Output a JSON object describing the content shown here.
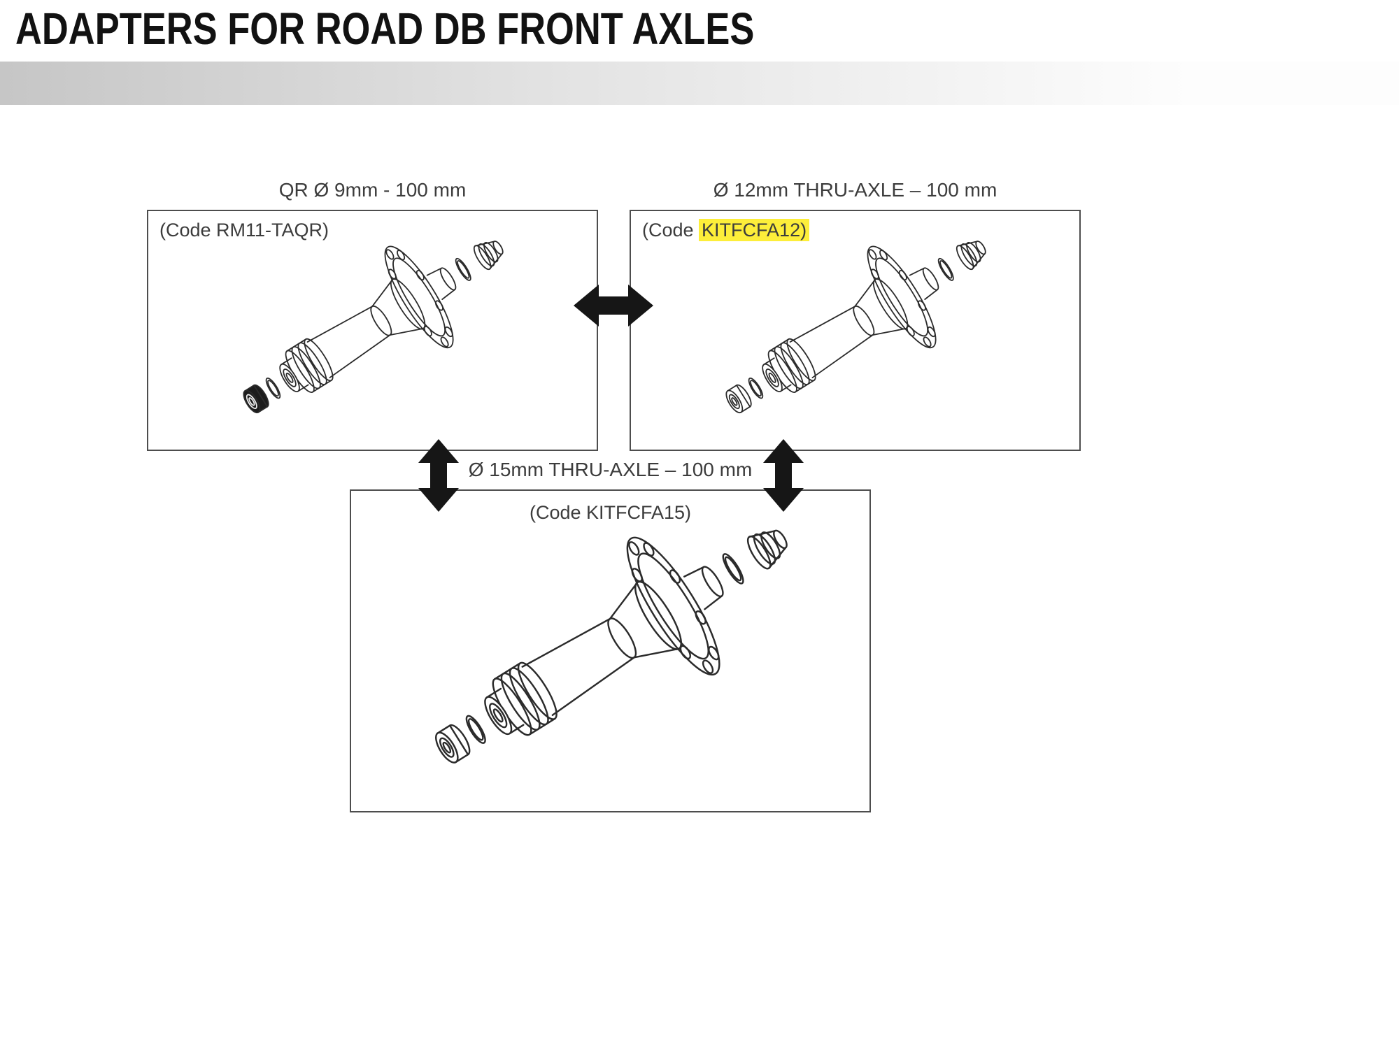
{
  "page": {
    "title": "ADAPTERS FOR ROAD DB FRONT AXLES"
  },
  "panels": {
    "qr": {
      "label": "QR Ø 9mm - 100 mm",
      "code": "(Code RM11-TAQR)",
      "illustration": "front-hub-exploded-line-drawing"
    },
    "ta12": {
      "label": "Ø 12mm THRU-AXLE – 100 mm",
      "code_prefix": "(Code ",
      "code_highlighted": "KITFCFA12)",
      "illustration": "front-hub-exploded-line-drawing"
    },
    "ta15": {
      "label": "Ø 15mm THRU-AXLE – 100 mm",
      "code": "(Code KITFCFA15)",
      "illustration": "front-hub-exploded-line-drawing"
    }
  },
  "icons": {
    "horizontal_double_arrow": "black double-headed arrow left-right",
    "vertical_double_arrow_left": "black double-headed arrow up-down",
    "vertical_double_arrow_right": "black double-headed arrow up-down"
  },
  "colors": {
    "highlight": "#fdee3a",
    "line": "#2b2b2b",
    "panel_border": "#4d4d4d",
    "arrow": "#161616",
    "title": "#121212",
    "band_start": "#c6c6c6",
    "band_end": "#fdfdfd",
    "qr_dark_cap": "#1c1c1c"
  }
}
